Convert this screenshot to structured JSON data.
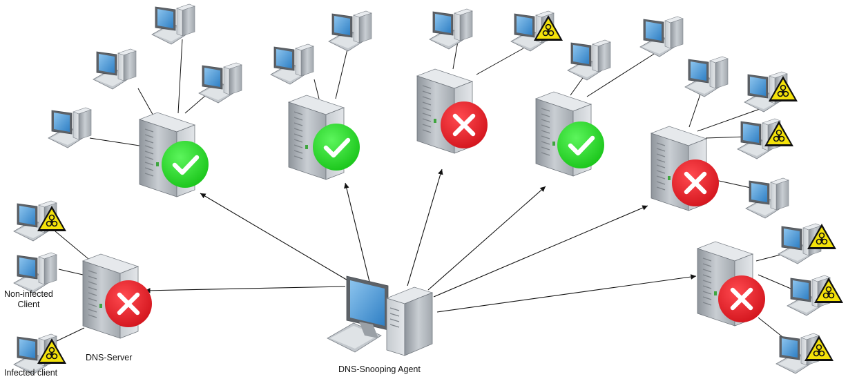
{
  "labels": {
    "dns_server": "DNS-Server",
    "agent": "DNS-Snooping Agent",
    "non_infected_line1": "Non-infected",
    "non_infected_line2": "Client",
    "infected": "Infected client"
  },
  "colors": {
    "ok_badge": "#2ee12e",
    "bad_badge": "#e8242c",
    "hazard_yellow": "#f4e20a",
    "screen_blue": "#4a9ad8",
    "case_gray": "#b7bcc2",
    "line": "#111111"
  },
  "icons": [
    "desktop-computer-icon",
    "server-tower-icon",
    "check-badge-icon",
    "cross-badge-icon",
    "biohazard-warning-icon"
  ],
  "servers": [
    {
      "id": "server-1",
      "status": "ok",
      "clients": [
        "non-infected",
        "non-infected",
        "non-infected",
        "non-infected"
      ]
    },
    {
      "id": "server-2",
      "status": "ok",
      "clients": [
        "non-infected",
        "non-infected"
      ]
    },
    {
      "id": "server-3",
      "status": "infected",
      "clients": [
        "non-infected",
        "infected"
      ]
    },
    {
      "id": "server-4",
      "status": "ok",
      "clients": [
        "non-infected",
        "non-infected"
      ]
    },
    {
      "id": "server-5",
      "status": "infected",
      "clients": [
        "non-infected",
        "infected",
        "infected",
        "non-infected"
      ]
    },
    {
      "id": "server-6",
      "status": "infected",
      "clients": [
        "infected",
        "infected",
        "infected"
      ]
    },
    {
      "id": "server-legend",
      "status": "infected",
      "clients": [
        "infected",
        "non-infected",
        "infected"
      ]
    }
  ]
}
